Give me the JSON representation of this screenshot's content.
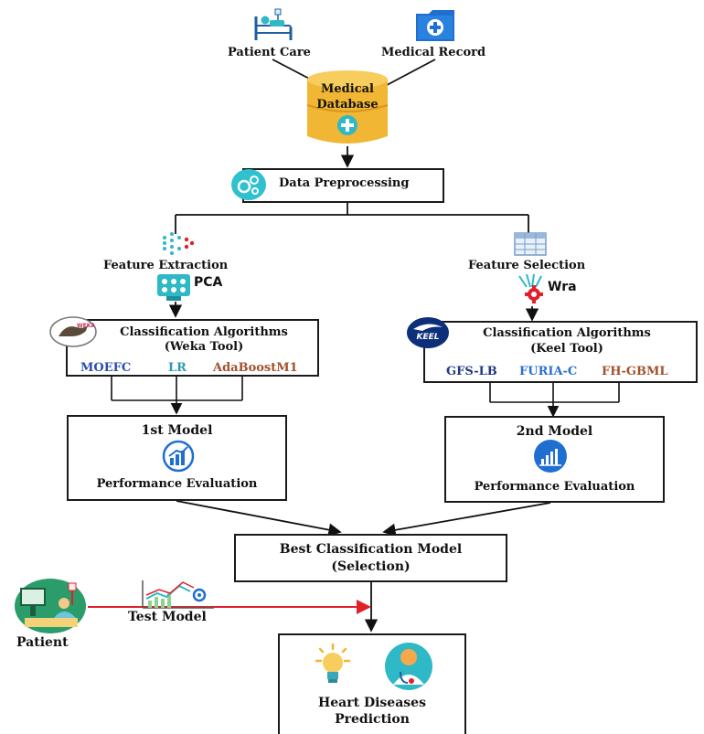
{
  "sources": {
    "patient_care": "Patient Care",
    "medical_record": "Medical Record"
  },
  "database": {
    "line1": "Medical",
    "line2": "Database"
  },
  "preprocessing": {
    "label": "Data Preprocessing"
  },
  "left_branch": {
    "step": "Feature Extraction",
    "method": "PCA",
    "classifier_title": "Classification Algorithms",
    "classifier_tool": "(Weka Tool)",
    "tool_logo_text": "WEKA",
    "algorithms": [
      "MOEFC",
      "LR",
      "AdaBoostM1"
    ],
    "model_title": "1st Model",
    "model_subtitle": "Performance Evaluation"
  },
  "right_branch": {
    "step": "Feature Selection",
    "method": "Wra",
    "classifier_title": "Classification Algorithms",
    "classifier_tool": "(Keel Tool)",
    "tool_logo_text": "KEEL",
    "algorithms": [
      "GFS-LB",
      "FURIA-C",
      "FH-GBML"
    ],
    "model_title": "2nd Model",
    "model_subtitle": "Performance Evaluation"
  },
  "best_model": {
    "line1": "Best Classification Model",
    "line2": "(Selection)"
  },
  "patient": {
    "label": "Patient"
  },
  "test_model": {
    "label": "Test Model"
  },
  "output": {
    "line1": "Heart Diseases",
    "line2": "Prediction"
  },
  "colors": {
    "moefc": "#2b4fa8",
    "lr": "#2a9ab0",
    "adaboost": "#a0522d",
    "gfs": "#1f3a80",
    "furia": "#2b6fd1",
    "fhgbml": "#a0522d",
    "arrow_red": "#e0202a",
    "db_gold": "#f1b633",
    "teal": "#2fb8c6",
    "blue": "#1f6fd1"
  },
  "icons": [
    "patient-care-icon",
    "medical-record-icon",
    "database-icon",
    "gears-icon",
    "feature-extraction-icon",
    "pca-icon",
    "feature-selection-icon",
    "wrapper-icon",
    "weka-logo-icon",
    "keel-logo-icon",
    "growth-chart-icon",
    "bar-chart-icon",
    "patient-icon",
    "test-model-icon",
    "lightbulb-icon",
    "doctor-icon"
  ]
}
